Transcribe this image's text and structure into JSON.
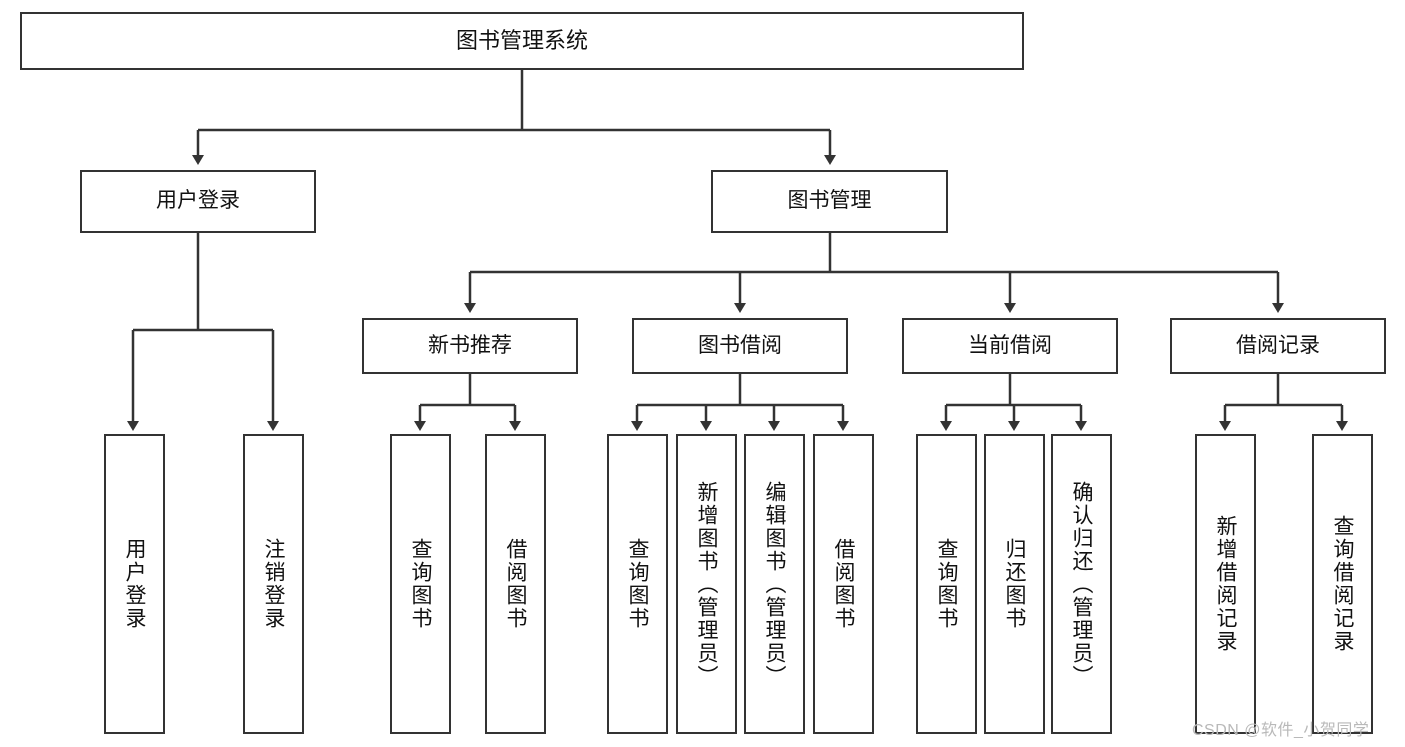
{
  "diagram": {
    "title": "图书管理系统",
    "type": "tree-hierarchy",
    "root": {
      "label": "图书管理系统"
    },
    "level1": [
      {
        "label": "用户登录"
      },
      {
        "label": "图书管理"
      }
    ],
    "level2": [
      {
        "label": "新书推荐"
      },
      {
        "label": "图书借阅"
      },
      {
        "label": "当前借阅"
      },
      {
        "label": "借阅记录"
      }
    ],
    "leaves": {
      "user_login": [
        {
          "label": "用户登录"
        },
        {
          "label": "注销登录"
        }
      ],
      "new_book_recommend": [
        {
          "label": "查询图书"
        },
        {
          "label": "借阅图书"
        }
      ],
      "book_borrow": [
        {
          "label": "查询图书"
        },
        {
          "label": "新增图书（管理员）"
        },
        {
          "label": "编辑图书（管理员）"
        },
        {
          "label": "借阅图书"
        }
      ],
      "current_borrow": [
        {
          "label": "查询图书"
        },
        {
          "label": "归还图书"
        },
        {
          "label": "确认归还（管理员）"
        }
      ],
      "borrow_record": [
        {
          "label": "新增借阅记录"
        },
        {
          "label": "查询借阅记录"
        }
      ]
    }
  },
  "watermark": {
    "text": "CSDN @软件_小贺同学"
  },
  "colors": {
    "border": "#333333",
    "background": "#ffffff",
    "text": "#111111",
    "watermark": "#b9b9b9"
  }
}
